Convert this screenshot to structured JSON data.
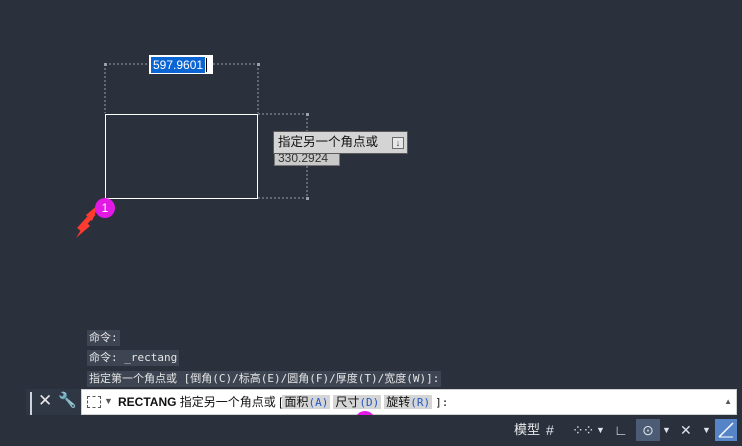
{
  "drawing": {
    "dim_input_value": "597.9601",
    "dim_secondary_value": "330.2924",
    "tooltip_text": "指定另一个角点或",
    "tooltip_download_icon": "down-arrow-icon"
  },
  "annotations": {
    "badge1": "1",
    "badge2": "2",
    "arrow_color": "#ff3b2f",
    "badge_color": "#e219e4"
  },
  "history": {
    "lines": [
      "命令:",
      "命令: _rectang",
      "指定第一个角点或 [倒角(C)/标高(E)/圆角(F)/厚度(T)/宽度(W)]:"
    ]
  },
  "command_line": {
    "command": "RECTANG",
    "prompt": "指定另一个角点或 [",
    "options": [
      {
        "label": "面积",
        "key": "(A)"
      },
      {
        "label": "尺寸",
        "key": "(D)"
      },
      {
        "label": "旋转",
        "key": "(R)"
      }
    ],
    "suffix": "]:"
  },
  "statusbar": {
    "model_label": "模型",
    "icons": [
      "grid-icon",
      "snap-dots-icon",
      "ortho-icon",
      "polar-tracking-icon",
      "object-snap-icon",
      "dynamic-input-icon"
    ]
  }
}
